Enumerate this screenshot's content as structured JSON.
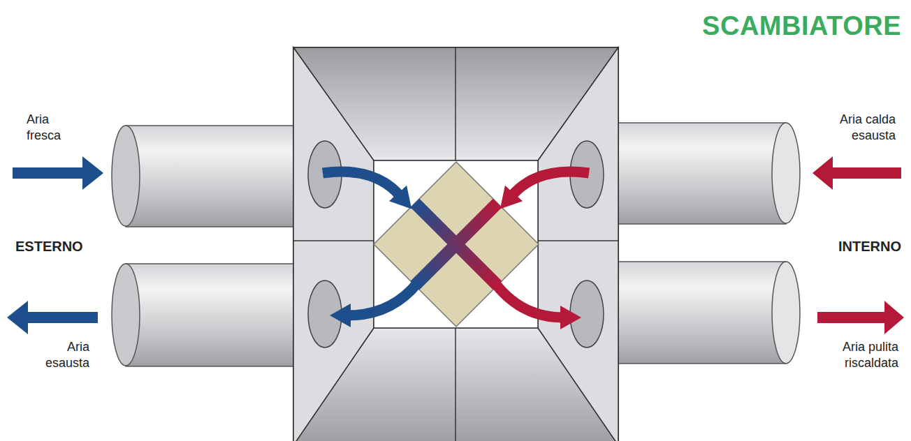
{
  "diagram": {
    "title": "SCAMBIATORE",
    "labels": [
      "Aria fresca",
      "Aria calda esausta",
      "ESTERNO",
      "INTERNO",
      "Aria esausta",
      "Aria pulita riscaldata"
    ]
  }
}
